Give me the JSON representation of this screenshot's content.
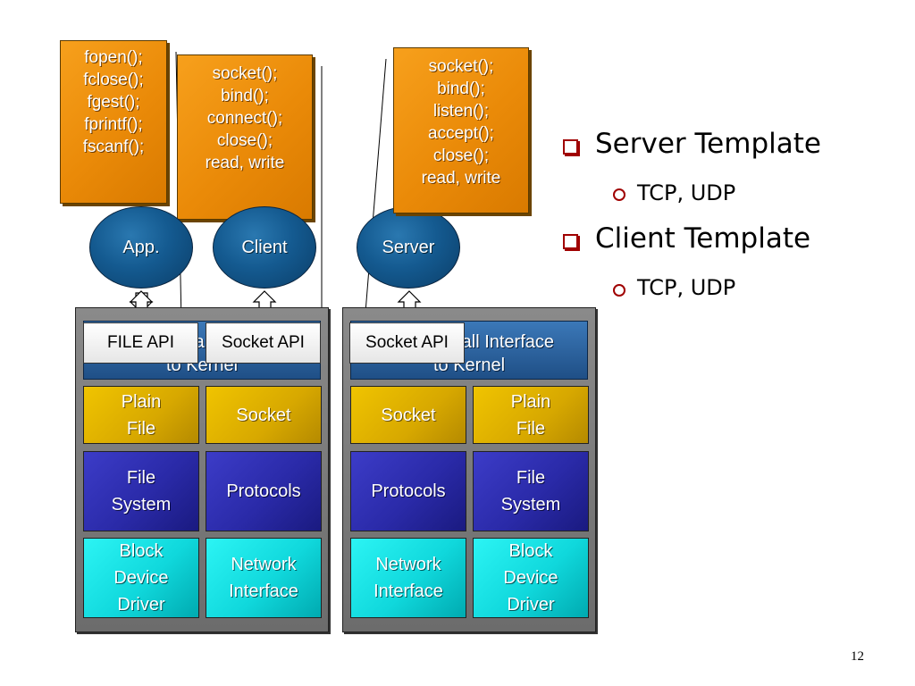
{
  "code_boxes": {
    "file": [
      "fopen();",
      "fclose();",
      "fgest();",
      "fprintf();",
      "fscanf();"
    ],
    "client": [
      "socket();",
      "bind();",
      "connect();",
      "close();",
      "read, write"
    ],
    "server": [
      "socket();",
      "bind();",
      "listen();",
      "accept();",
      "close();",
      "read, write"
    ]
  },
  "ovals": {
    "app": "App.",
    "client": "Client",
    "server": "Server"
  },
  "left_panel": {
    "syscall": "System Call Interface\nto Kernel",
    "file_api": "FILE API",
    "socket_api": "Socket API",
    "rows": [
      [
        "Plain\nFile",
        "Socket"
      ],
      [
        "File\nSystem",
        "Protocols"
      ],
      [
        "Block\nDevice\nDriver",
        "Network\nInterface"
      ]
    ]
  },
  "right_panel": {
    "syscall": "System Call Interface\nto Kernel",
    "socket_api": "Socket API",
    "rows": [
      [
        "Socket",
        "Plain\nFile"
      ],
      [
        "Protocols",
        "File\nSystem"
      ],
      [
        "Network\nInterface",
        "Block\nDevice\nDriver"
      ]
    ]
  },
  "bullets": [
    {
      "label": "Server Template",
      "sub": "TCP, UDP"
    },
    {
      "label": "Client Template",
      "sub": "TCP, UDP"
    }
  ],
  "page_number": "12",
  "colors": {
    "orange": "#ea8a08",
    "oval_blue": "#145a90",
    "yellow": "#d7a800",
    "indigo": "#2a2aa8",
    "cyan": "#10d8dc",
    "bullet_red": "#a00000"
  }
}
